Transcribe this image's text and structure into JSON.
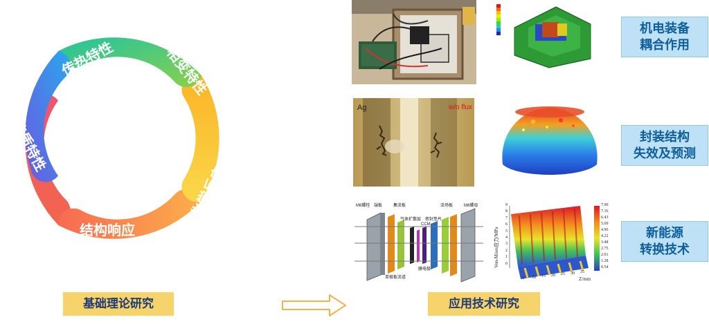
{
  "ring": {
    "segments": [
      {
        "label": "传热特性",
        "color": "#2f7fe0"
      },
      {
        "label": "相变特性",
        "color": "#2ecc8a"
      },
      {
        "label": "化学反应",
        "color": "#f8c52b"
      },
      {
        "label": "结构响应",
        "color": "#f77f4d"
      },
      {
        "label": "传质特性",
        "color": "#ef5568"
      }
    ]
  },
  "labels": {
    "basic": "基础理论研究",
    "applied": "应用技术研究"
  },
  "applications": [
    {
      "line1": "机电装备",
      "line2": "耦合作用"
    },
    {
      "line1": "封装结构",
      "line2": "失效及预测"
    },
    {
      "line1": "新能源",
      "line2": "转换技术"
    }
  ],
  "images": {
    "micro_left": "Ag",
    "micro_right": "w/o flux",
    "exploded": {
      "parts": [
        "M6螺栓",
        "端板",
        "集流板",
        "气体扩散层",
        "密封垫片",
        "CCM",
        "膜电极",
        "单极板流道",
        "流场板",
        "M6螺母"
      ]
    },
    "stress_chart": {
      "ylabel": "Von-Mises应力/MPa",
      "xlabel": "Z/mm",
      "yticks": [
        "9",
        "8",
        "7",
        "6",
        "5",
        "4",
        "3",
        "2",
        "1",
        "0"
      ],
      "xticks": [
        "5",
        "10",
        "15",
        "20",
        "25",
        "30",
        "35"
      ],
      "colorbar": [
        "7.90",
        "7.16",
        "6.43",
        "5.69",
        "4.96",
        "4.22",
        "3.48",
        "2.75",
        "2.01",
        "1.28",
        "0.54"
      ]
    }
  }
}
